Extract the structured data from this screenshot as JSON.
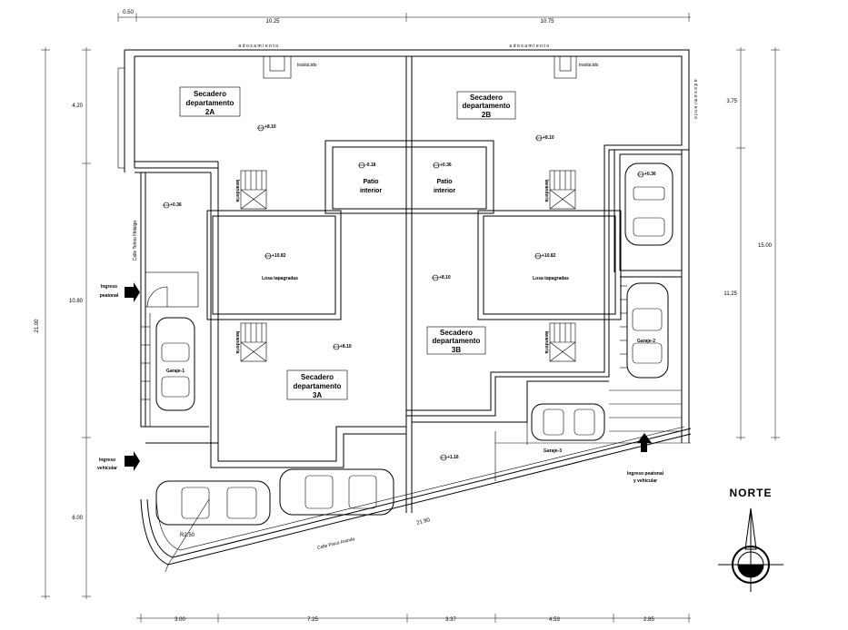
{
  "dimensions": {
    "top": [
      "0.50",
      "10.25",
      "10.75"
    ],
    "bottom": [
      "3.00",
      "7.25",
      "3.37",
      "4.53",
      "2.85"
    ],
    "left_outer": "21.00",
    "left_inner": [
      "4.20",
      "10.80",
      "6.00"
    ],
    "right_outer": "15.00",
    "right_inner": [
      "3.75",
      "11.25"
    ],
    "diagonal": "21.90",
    "radius": "R2.50"
  },
  "labels": {
    "adosamiento_top_left": "adosamiento",
    "adosamiento_top_right": "adosamiento",
    "adosamiento_right": "adosamiento",
    "traslucido_left": "traslúcido",
    "traslucido_right": "traslúcido",
    "lavanderia": "lavandería",
    "losa_tapagradas": "Losa tapagradas",
    "patio_interior": [
      "Patio",
      "interior"
    ],
    "garaje_1": "Garaje-1",
    "garaje_2": "Garaje-2",
    "garaje_3": "Garaje-3",
    "ingreso_peatonal": [
      "Ingreso",
      "peatonal"
    ],
    "ingreso_vehicular": [
      "Ingreso",
      "vehicular"
    ],
    "ingreso_peatonal_vehicular": [
      "Ingreso peatonal",
      "y vehicular"
    ],
    "calle_left": "Calle Telmo Hidalgo",
    "calle_bottom": "Calle Pisco Aranda",
    "north": "NORTE"
  },
  "rooms": {
    "secadero_2a": [
      "Secadero",
      "departamento",
      "2A"
    ],
    "secadero_2b": [
      "Secadero",
      "departamento",
      "2B"
    ],
    "secadero_3a": [
      "Secadero",
      "departamento",
      "3A"
    ],
    "secadero_3b": [
      "Secadero",
      "departamento",
      "3B"
    ]
  },
  "levels": {
    "l_810_a": "+8.10",
    "l_810_b": "+8.10",
    "l_036_left": "+0.36",
    "l_018": "-0.18",
    "l_036_center": "+0.36",
    "l_036_right": "+0.36",
    "l_1082_a": "+10.82",
    "l_1082_b": "+10.82",
    "l_810_c": "+8.10",
    "l_810_d": "+8.10",
    "l_116": "+1.16"
  }
}
